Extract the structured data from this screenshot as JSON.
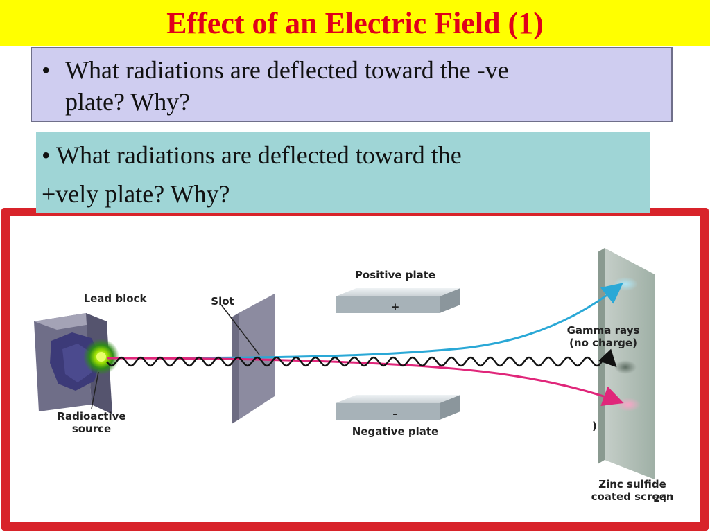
{
  "slide": {
    "title": "Effect of an Electric Field (1)",
    "question1": {
      "bullet": "•",
      "text_line1": "What radiations are deflected toward the -ve",
      "text_line2": "plate? Why?"
    },
    "question2": {
      "bullet": "•",
      "text_line1": "What radiations are deflected toward the",
      "text_line2": "+vely plate?  Why?"
    },
    "page_number": "24"
  },
  "diagram": {
    "labels": {
      "lead_block": "Lead block",
      "slot": "Slot",
      "positive_plate": "Positive plate",
      "positive_sign": "+",
      "negative_plate": "Negative plate",
      "negative_sign": "–",
      "gamma_rays_line1": "Gamma rays",
      "gamma_rays_line2": "(no charge)",
      "radioactive_line1": "Radioactive",
      "radioactive_line2": "source",
      "stray_mark": ")",
      "screen_line1": "Zinc sulfide",
      "screen_line2": "coated screen"
    },
    "colors": {
      "title": "#e0001a",
      "title_bar": "#ffff00",
      "q1_box": "#cfcdf0",
      "q2_box": "#9fd5d6",
      "frame": "#d8232a",
      "upward_beam": "#2aa8d6",
      "downward_beam": "#e0267a",
      "gamma_beam": "#111111",
      "source_glow": "#6ad400"
    }
  }
}
